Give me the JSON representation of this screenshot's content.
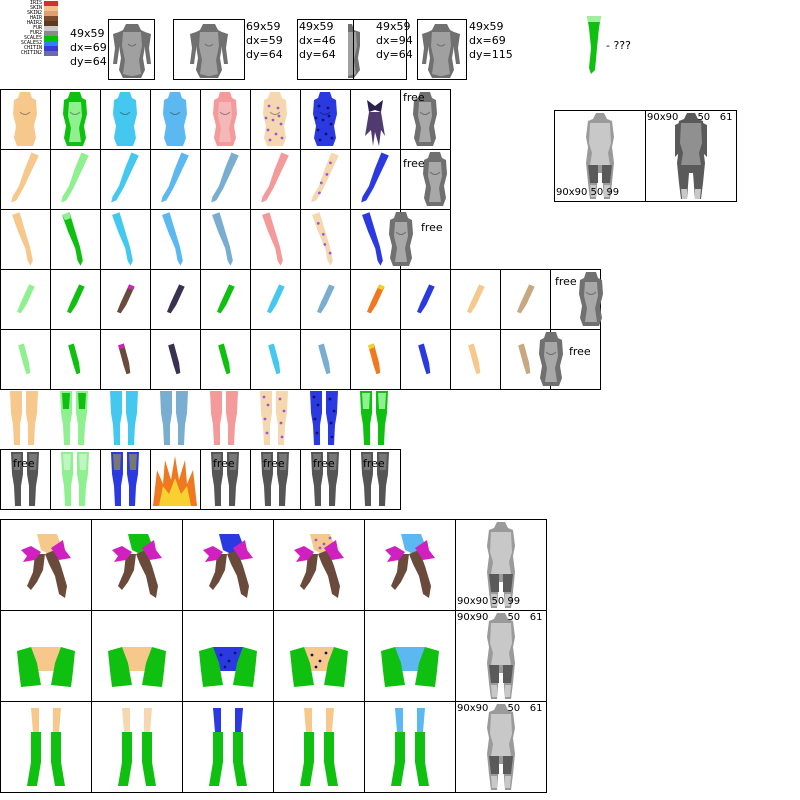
{
  "legend": {
    "entries": [
      {
        "name": "IRIS",
        "color": "#d32f2f"
      },
      {
        "name": "SKIN",
        "color": "#f2c08a"
      },
      {
        "name": "SKIN2",
        "color": "#e0a070"
      },
      {
        "name": "HAIR",
        "color": "#7a4a2a"
      },
      {
        "name": "HAIR2",
        "color": "#5a3a20"
      },
      {
        "name": "FUR",
        "color": "#c9c9c9"
      },
      {
        "name": "FUR2",
        "color": "#8a8a8a"
      },
      {
        "name": "SCALES",
        "color": "#00c000"
      },
      {
        "name": "SCALES2",
        "color": "#2f7fff"
      },
      {
        "name": "CHITIN",
        "color": "#3a3ad0"
      },
      {
        "name": "CHITIN2",
        "color": "#6a6ab0"
      }
    ]
  },
  "top_boxes": [
    {
      "l1": "49x59",
      "l2": "dx=69",
      "l3": "dy=64"
    },
    {
      "l1": "69x59",
      "l2": "dx=59",
      "l3": "dy=64"
    },
    {
      "l1": "49x59",
      "l2": "dx=46",
      "l3": "dy=64"
    },
    {
      "l1": "49x59",
      "l2": "dx=94",
      "l3": "dy=64"
    },
    {
      "l1": "49x59",
      "l2": "dx=69",
      "l3": "dy=115"
    }
  ],
  "unknown_label": "- ???",
  "free_label": "free",
  "ref_box_top": {
    "left_label": "90x90 50 99",
    "right_label": "90x90      50   61"
  },
  "ref_boxes_bottom": [
    {
      "label": "90x90 50 99"
    },
    {
      "label": "90x90      50   61"
    },
    {
      "label": "90x90      50   61"
    }
  ],
  "palette": {
    "skin": "#f7c88c",
    "green": "#10c010",
    "lightgreen": "#8ef08e",
    "cyan": "#45c8f0",
    "skyblue": "#5cb8f0",
    "steel": "#7aaed0",
    "pink": "#f49a9a",
    "spot": "#9b59d8",
    "blue": "#2a3ae0",
    "gray": "#707070",
    "lightgray": "#b5b5b5",
    "magenta": "#d020c0",
    "brown": "#6a4a3a",
    "fire": "#f07820"
  }
}
